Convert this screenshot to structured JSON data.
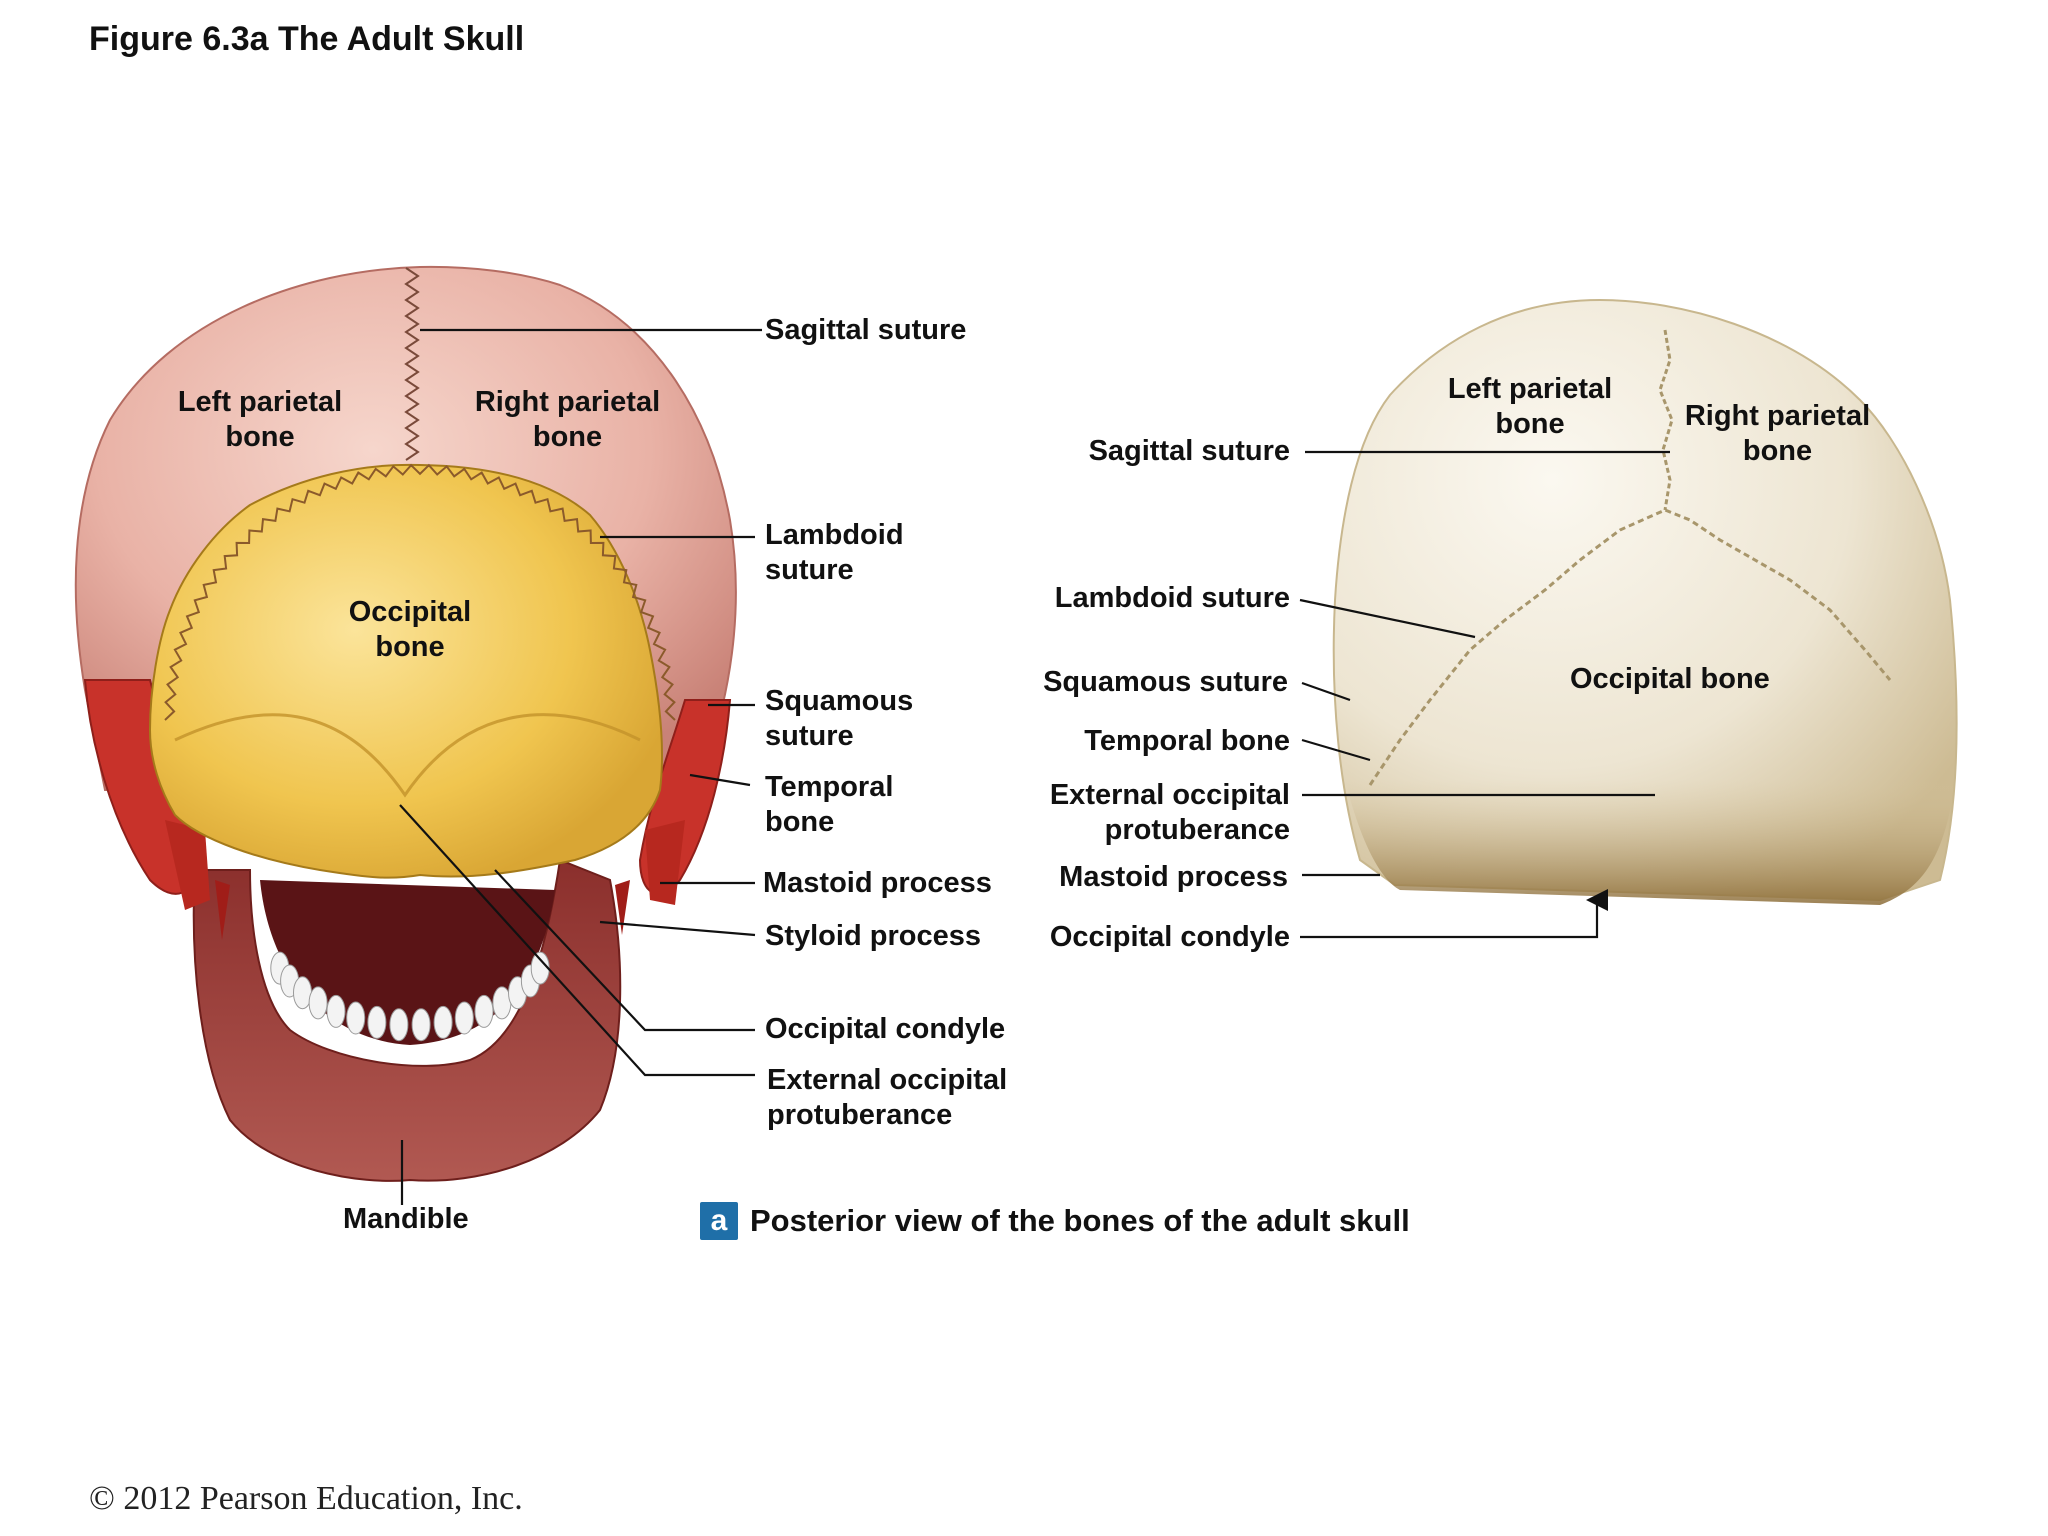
{
  "title": "Figure 6.3a  The Adult Skull",
  "copyright": "© 2012 Pearson Education, Inc.",
  "caption": {
    "badge": "a",
    "text": "Posterior view of the bones of the adult skull"
  },
  "illustration": {
    "regions": {
      "left_parietal": "Left parietal bone",
      "right_parietal": "Right parietal bone",
      "occipital": "Occipital bone"
    },
    "labels": {
      "sagittal": "Sagittal suture",
      "lambdoid": "Lambdoid suture",
      "squamous": "Squamous suture",
      "temporal": "Temporal bone",
      "mastoid": "Mastoid process",
      "styloid": "Styloid process",
      "condyle": "Occipital condyle",
      "ext_occ": "External occipital protuberance",
      "mandible": "Mandible"
    }
  },
  "photo": {
    "regions": {
      "left_parietal": "Left parietal bone",
      "right_parietal": "Right parietal bone",
      "occipital": "Occipital bone"
    },
    "labels": {
      "sagittal": "Sagittal suture",
      "lambdoid": "Lambdoid suture",
      "squamous": "Squamous suture",
      "temporal": "Temporal bone",
      "ext_occ": "External occipital protuberance",
      "mastoid": "Mastoid process",
      "condyle": "Occipital condyle"
    }
  },
  "colors": {
    "parietal": "#e9b2a6",
    "occipital": "#f0c54f",
    "temporal": "#c8322a",
    "mandible": "#a74a44",
    "photo_bone": "#ede5d2",
    "badge": "#1f6fa8"
  }
}
